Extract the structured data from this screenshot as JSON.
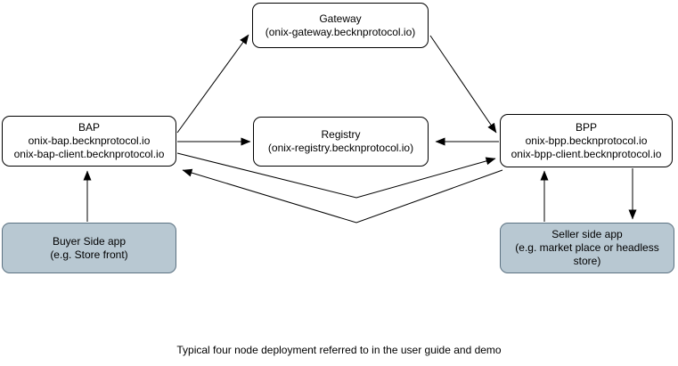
{
  "diagram": {
    "caption": "Typical four node deployment referred to in the user guide and demo",
    "nodes": {
      "gateway": {
        "title": "Gateway",
        "subtitle": "(onix-gateway.becknprotocol.io)"
      },
      "bap": {
        "title": "BAP",
        "line1": "onix-bap.becknprotocol.io",
        "line2": "onix-bap-client.becknprotocol.io"
      },
      "registry": {
        "title": "Registry",
        "subtitle": "(onix-registry.becknprotocol.io)"
      },
      "bpp": {
        "title": "BPP",
        "line1": "onix-bpp.becknprotocol.io",
        "line2": "onix-bpp-client.becknprotocol.io"
      },
      "buyer_app": {
        "title": "Buyer Side app",
        "subtitle": "(e.g. Store front)"
      },
      "seller_app": {
        "title": "Seller side app",
        "subtitle": "(e.g. market place or headless store)"
      }
    },
    "edges": [
      {
        "from": "BAP",
        "to": "Gateway",
        "arrowhead_at": "Gateway"
      },
      {
        "from": "Gateway",
        "to": "BPP",
        "arrowhead_at": "BPP"
      },
      {
        "from": "BAP",
        "to": "Registry",
        "arrowhead_at": "Registry"
      },
      {
        "from": "BPP",
        "to": "Registry",
        "arrowhead_at": "Registry"
      },
      {
        "from": "BAP",
        "to": "BPP",
        "arrowhead_at": "BPP",
        "shape": "v-bend"
      },
      {
        "from": "BPP",
        "to": "BAP",
        "arrowhead_at": "BAP",
        "shape": "v-bend"
      },
      {
        "from": "Buyer Side app",
        "to": "BAP",
        "arrowhead_at": "BAP"
      },
      {
        "from": "Seller side app",
        "to": "BPP",
        "arrowhead_at": "BPP"
      },
      {
        "from": "BPP",
        "to": "Seller side app",
        "arrowhead_at": "Seller side app"
      }
    ],
    "colors": {
      "node_fill": "#ffffff",
      "node_border": "#000000",
      "app_fill": "#b8c8d2",
      "app_border": "#5c7282",
      "arrow": "#000000",
      "text": "#000000"
    }
  }
}
